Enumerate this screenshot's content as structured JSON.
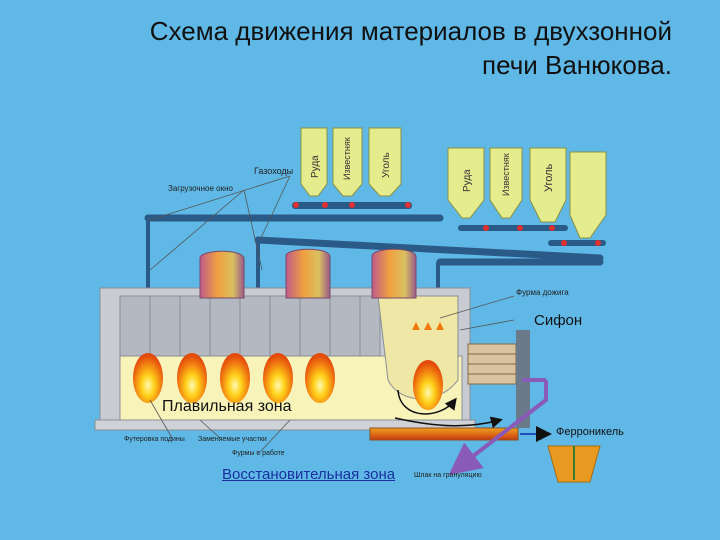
{
  "title_line1": "Схема движения материалов в двухзонной",
  "title_line2": "печи Ванюкова.",
  "hoppers_left": [
    "Руда",
    "Известняк",
    "Уголь"
  ],
  "hoppers_right": [
    "Руда",
    "Известняк",
    "Уголь"
  ],
  "labels": {
    "gasohody": "Газоходы",
    "zagruzochnoe_okno": "Загрузочное окно",
    "furma_dozhiga": "Фурма дожига",
    "sifon": "Сифон",
    "plavilnaya_zona": "Плавильная зона",
    "ferronikel": "Ферроникель",
    "futerovka_podiny": "Футеровка подины",
    "zamenyaemye_uchastki": "Заменяемые участки",
    "furmy_v_rabote": "Фурмы в работе",
    "vosstanovitelnaya_zona": "Восстановительная зона",
    "shlak_na_granulyaciyu": "Шлак на грануляцию"
  },
  "colors": {
    "background": "#5fb8e6",
    "furnace_wall": "#c8ccd2",
    "melt_zone": "#f8f3b9",
    "slag": "#d24a12",
    "hopper": "#e4ec8e",
    "conveyor": "#2a5a88",
    "arrow": "#9b6cc0"
  }
}
